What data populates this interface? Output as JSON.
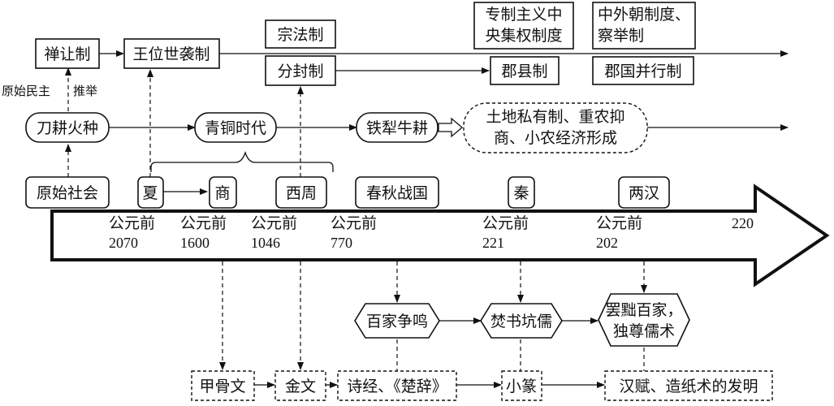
{
  "politics": {
    "shanrang": "禅让制",
    "wangwei": "王位世袭制",
    "zongfa": "宗法制",
    "fenfeng": "分封制",
    "zhuanzhi_1": "专制主义中",
    "zhuanzhi_2": "央集权制度",
    "junxian": "郡县制",
    "zhongwai_1": "中外朝制度、",
    "zhongwai_2": "察举制",
    "junguo": "郡国并行制",
    "yuanshi_minzhu": "原始民主",
    "tuiju": "推举"
  },
  "economy": {
    "daogeng": "刀耕火种",
    "qingtong": "青铜时代",
    "tieli": "铁犁牛耕",
    "tudi_1": "土地私有制、重农抑",
    "tudi_2": "商、小农经济形成"
  },
  "eras": {
    "yuanshi": "原始社会",
    "xia": "夏",
    "shang": "商",
    "xizhou": "西周",
    "chunqiu": "春秋战国",
    "qin": "秦",
    "lianghan": "两汉"
  },
  "timeline": {
    "prefix": "公元前",
    "y2070": "2070",
    "y1600": "1600",
    "y1046": "1046",
    "y770": "770",
    "y221": "221",
    "y202": "202",
    "y220": "220"
  },
  "culture": {
    "baijia": "百家争鸣",
    "fenshu": "焚书坑儒",
    "bachu_1": "罢黜百家，",
    "bachu_2": "独尊儒术",
    "jiagu": "甲骨文",
    "jinwen": "金文",
    "shijing": "诗经、《楚辞》",
    "xiaozhuan": "小篆",
    "hanfu": "汉赋、造纸术的发明"
  }
}
